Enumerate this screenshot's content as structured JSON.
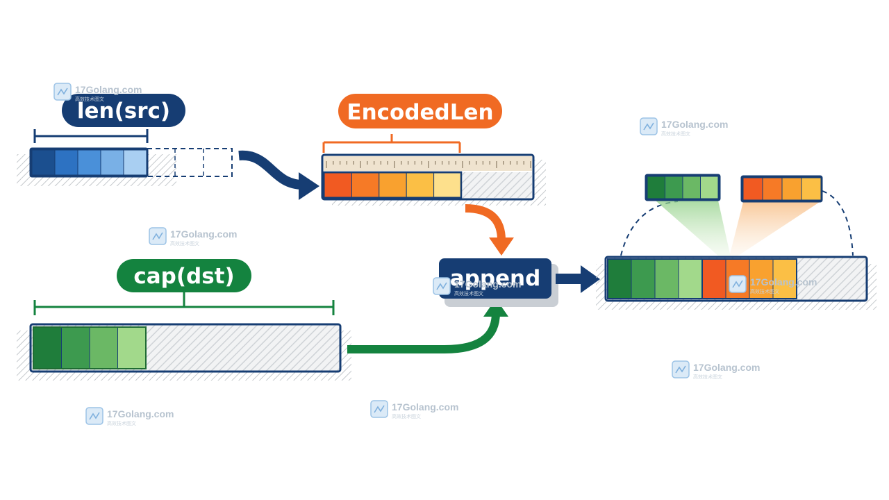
{
  "labels": {
    "len_src": "len(src)",
    "encoded_len": "EncodedLen",
    "cap_dst": "cap(dst)",
    "append": "append"
  },
  "watermark": {
    "text": "17Golang.com",
    "subtext": "高效技术图文"
  },
  "colors": {
    "navy": "#163d73",
    "orange": "#f06a23",
    "green": "#14833f",
    "src_cells": [
      "#1b4f8f",
      "#2d72c2",
      "#4a90d9",
      "#79b0e6",
      "#a9cff2"
    ],
    "encoded_cells": [
      "#f15a22",
      "#f67a26",
      "#f9a12f",
      "#fbbf45",
      "#fde08c"
    ],
    "dst_cells": [
      "#1f7d3b",
      "#3d9a4f",
      "#6bb865",
      "#a2d98b"
    ]
  },
  "icons": [
    "arrow-right-icon",
    "arrow-down-icon",
    "arrow-up-icon",
    "watermark-logo-icon"
  ]
}
